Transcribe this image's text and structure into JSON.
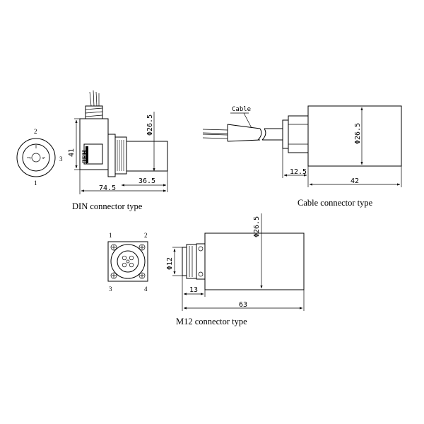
{
  "din": {
    "caption": "DIN connector type",
    "pins": [
      "2",
      "3",
      "1"
    ],
    "dims": {
      "length": "74.5",
      "body": "36.5",
      "height": "41",
      "diameter": "Φ26.5"
    }
  },
  "cable": {
    "caption": "Cable connector type",
    "label": "Cable",
    "dims": {
      "gland": "12.5",
      "length": "42",
      "diameter": "Φ26.5"
    }
  },
  "m12": {
    "caption": "M12 connector type",
    "pins": [
      "1",
      "2",
      "3",
      "4"
    ],
    "dims": {
      "connector": "13",
      "length": "63",
      "plug": "Φ12",
      "diameter": "Φ26.5"
    }
  }
}
